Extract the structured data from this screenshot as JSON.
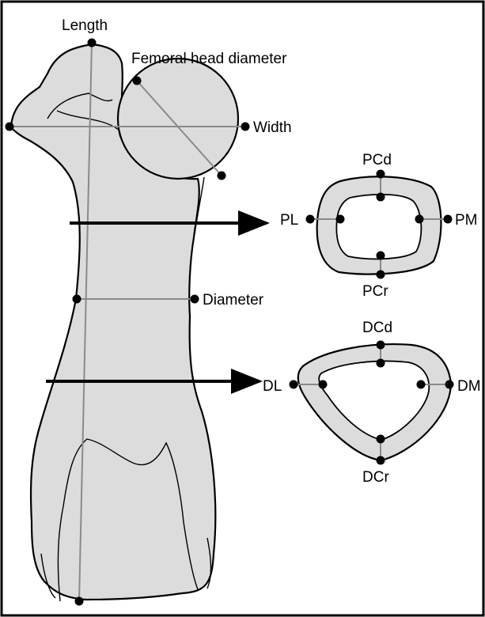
{
  "labels": {
    "length": "Length",
    "femoral_head_diameter": "Femoral head diameter",
    "width": "Width",
    "diameter": "Diameter",
    "proximal": {
      "top": "PCd",
      "left": "PL",
      "right": "PM",
      "bottom": "PCr"
    },
    "distal": {
      "top": "DCd",
      "left": "DL",
      "right": "DM",
      "bottom": "DCr"
    }
  },
  "colors": {
    "bone_fill": "#dcdcdc",
    "guide_line": "#8a8a8a",
    "outline": "#000000",
    "frame": "#000000"
  }
}
